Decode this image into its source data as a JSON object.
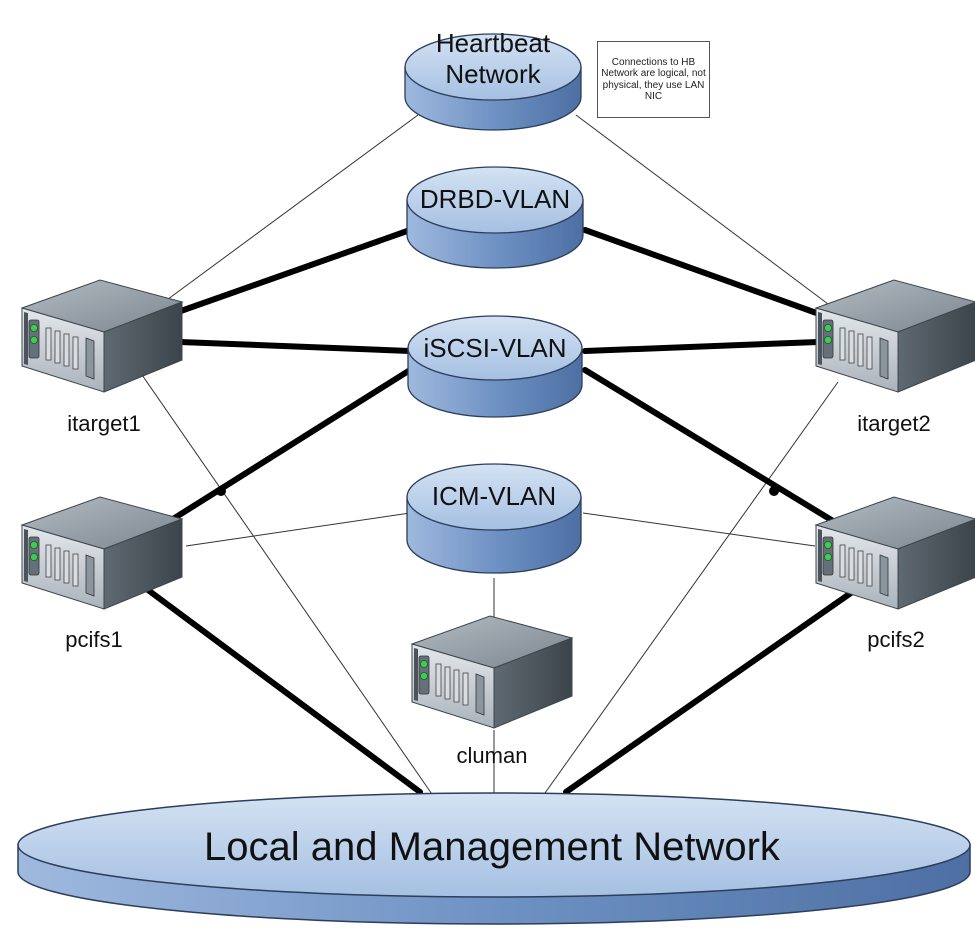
{
  "hubs": {
    "heartbeat": [
      "Heartbeat",
      "Network"
    ],
    "drbd": "DRBD-VLAN",
    "iscsi": "iSCSI-VLAN",
    "icm": "ICM-VLAN"
  },
  "servers": {
    "itarget1": "itarget1",
    "itarget2": "itarget2",
    "pcifs1": "pcifs1",
    "pcifs2": "pcifs2",
    "cluman": "cluman"
  },
  "lan": "Local and Management Network",
  "note": "Connections to HB Network are logical, not physical, they use LAN NIC",
  "colors": {
    "disk_top": "#b3cbe8",
    "disk_side": "#7f9ec9",
    "server_body": "#8e979f",
    "link": "#000000"
  },
  "icons": {
    "network_hub": "disk-cylinder",
    "server": "rack-server"
  }
}
